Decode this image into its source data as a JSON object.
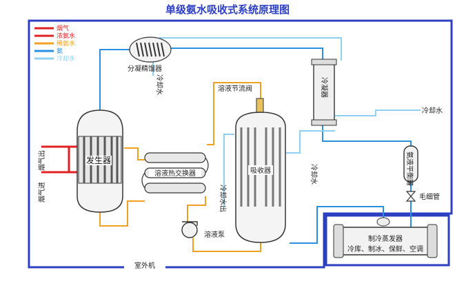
{
  "title": "单级氨水吸收式系统原理图",
  "legend": [
    {
      "label": "烟气",
      "color": "#e02020"
    },
    {
      "label": "浓氨水",
      "color": "#e02020"
    },
    {
      "label": "稀氨水",
      "color": "#f0a020"
    },
    {
      "label": "氨",
      "color": "#2a8fe0"
    },
    {
      "label": "冷却水",
      "color": "#8fd0f0"
    }
  ],
  "colors": {
    "frame": "#2b3fc0",
    "flue_gas": "#e02020",
    "weak_solution": "#f0a020",
    "ammonia": "#2a8fe0",
    "cooling_water": "#8fd0f0"
  },
  "components": {
    "rectifier": "分凝精馏器",
    "generator": "发生器",
    "heat_exchanger": "溶液热交换器",
    "absorber": "吸收器",
    "condenser": "冷凝器",
    "receiver": "氨液平衡罐",
    "pump": "溶液泵",
    "throttle_valve": "溶液节流阀",
    "capillary": "毛细管",
    "evaporator": "制冷蒸发器",
    "evaporator_uses": "冷库、制冰、保鲜、空调"
  },
  "labels": {
    "flue_out": "烟气出",
    "flue_in": "烟气进",
    "cooling_water_rectifier": "冷却水",
    "cooling_water_condenser": "冷却水",
    "cooling_water_absorber_in": "冷却水",
    "cooling_water_absorber_out": "冷却水出",
    "outdoor_unit": "室外机"
  }
}
